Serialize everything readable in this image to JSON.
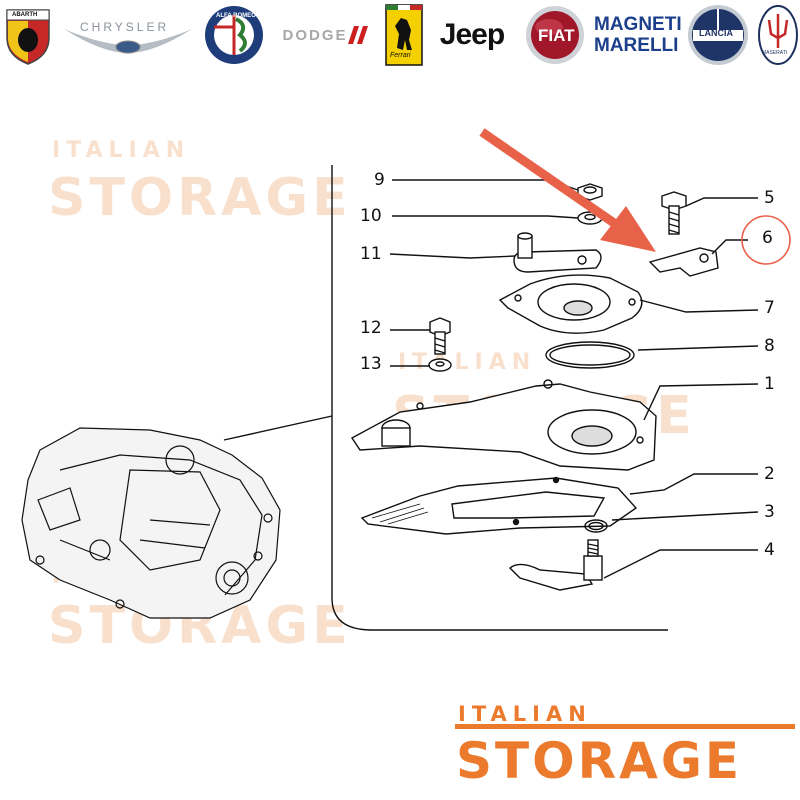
{
  "brands": [
    {
      "name": "ABARTH",
      "color": "#c62828"
    },
    {
      "name": "CHRYSLER",
      "color": "#9aa3ad"
    },
    {
      "name": "ALFA ROMEO",
      "color": "#1f3d7a"
    },
    {
      "name": "DODGE",
      "color": "#cc1f1f"
    },
    {
      "name": "Ferrari",
      "color": "#f5d000"
    },
    {
      "name": "Jeep",
      "color": "#111111"
    },
    {
      "name": "FIAT",
      "color": "#a0172a"
    },
    {
      "name": "MAGNETI MARELLI",
      "color": "#1c3f8c"
    },
    {
      "name": "LANCIA",
      "color": "#1f3568"
    },
    {
      "name": "MASERATI",
      "color": "#1b2f5c"
    }
  ],
  "watermark": {
    "small": "ITALIAN",
    "big": "STORAGE"
  },
  "callouts": [
    "9",
    "10",
    "11",
    "12",
    "13",
    "5",
    "6",
    "7",
    "8",
    "1",
    "2",
    "3",
    "4"
  ],
  "logo": {
    "small": "ITALIAN",
    "big": "STORAGE"
  },
  "colors": {
    "accent": "#ec7a2c",
    "arrow": "#e8624a",
    "highlight_ring": "#e8624a"
  }
}
